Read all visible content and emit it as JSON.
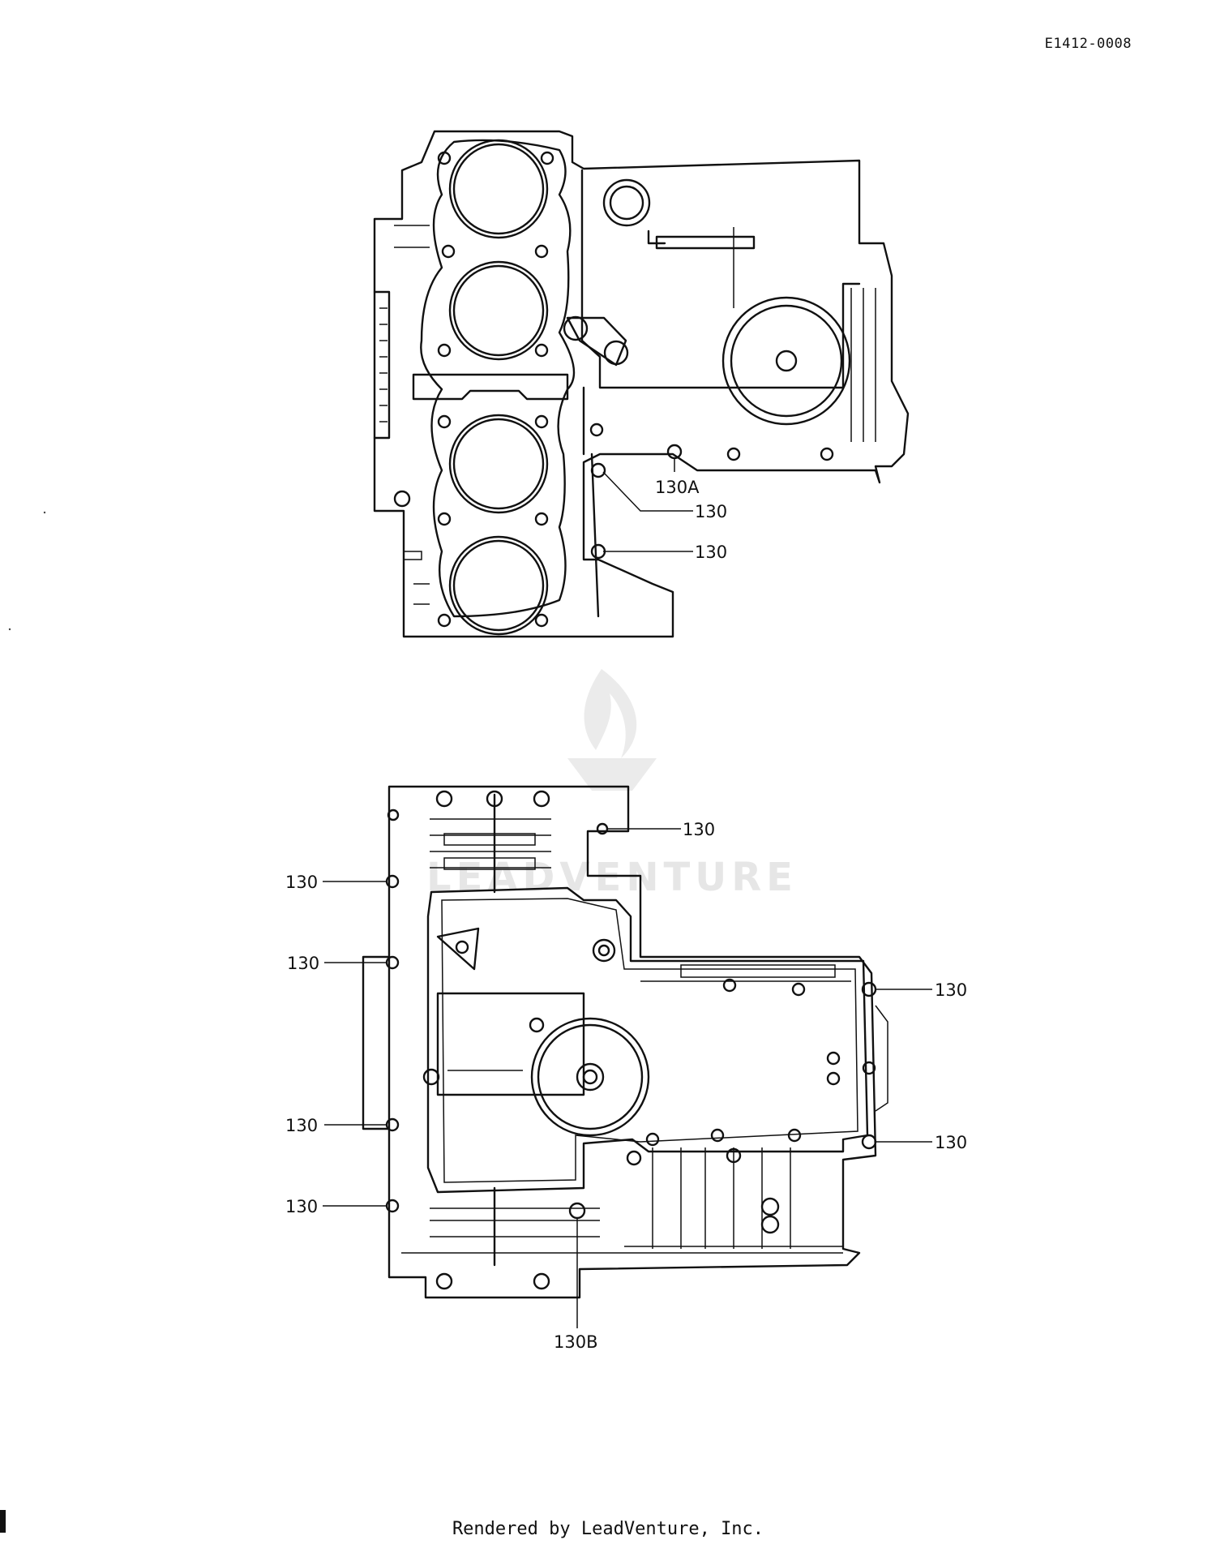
{
  "header": {
    "diagram_code": "E1412-0008"
  },
  "footer": {
    "credit": "Rendered by LeadVenture, Inc."
  },
  "watermark": {
    "text": "LEADVENTURE",
    "color": "#e6e6e6"
  },
  "upper_view": {
    "callouts": [
      {
        "id": "u1",
        "label": "130A"
      },
      {
        "id": "u2",
        "label": "130"
      },
      {
        "id": "u3",
        "label": "130"
      }
    ]
  },
  "lower_view": {
    "callouts": [
      {
        "id": "l1",
        "label": "130"
      },
      {
        "id": "l2",
        "label": "130"
      },
      {
        "id": "l3",
        "label": "130"
      },
      {
        "id": "l4",
        "label": "130"
      },
      {
        "id": "l5",
        "label": "130"
      },
      {
        "id": "l6",
        "label": "130"
      },
      {
        "id": "l7",
        "label": "130"
      },
      {
        "id": "l8",
        "label": "130B"
      }
    ]
  }
}
